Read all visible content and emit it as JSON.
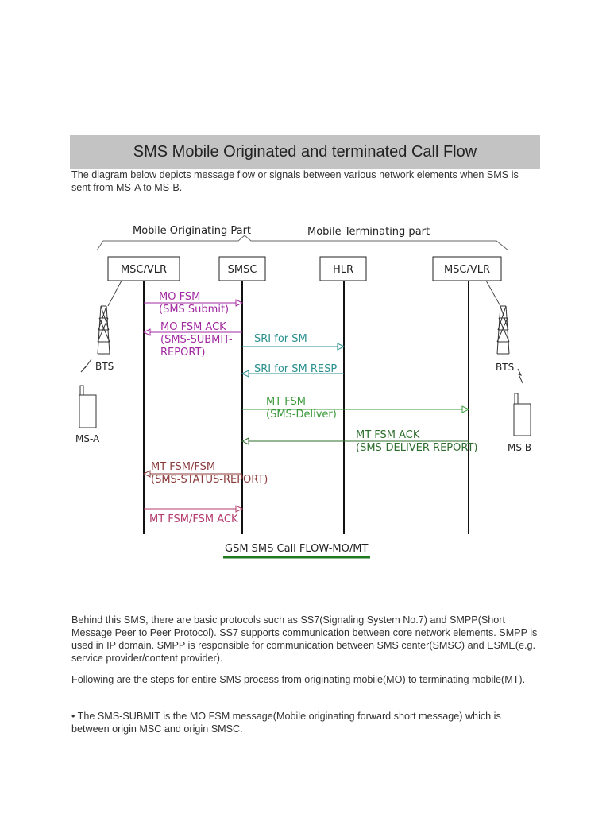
{
  "document": {
    "title": "SMS Mobile Originated and terminated Call Flow",
    "intro": "The diagram below depicts message flow or signals between various network elements when SMS is sent from MS-A to MS-B.",
    "paragraphs": [
      "Behind this SMS, there are basic protocols such as SS7(Signaling System No.7) and SMPP(Short Message Peer to Peer Protocol). SS7 supports communication between core network elements. SMPP is used in IP domain. SMPP is responsible for communication between SMS center(SMSC) and ESME(e.g. service provider/content provider).",
      "Following are the steps for entire SMS process from originating mobile(MO) to terminating mobile(MT).",
      "• The SMS-SUBMIT is the MO FSM message(Mobile originating forward short message) which is between origin MSC and origin SMSC."
    ]
  },
  "diagram": {
    "part_originating": "Mobile Originating Part",
    "part_terminating": "Mobile Terminating part",
    "nodes": {
      "msc_vlr_a": "MSC/VLR",
      "smsc": "SMSC",
      "hlr": "HLR",
      "msc_vlr_b": "MSC/VLR"
    },
    "bts_a": "BTS",
    "bts_b": "BTS",
    "ms_a": "MS-A",
    "ms_b": "MS-B",
    "messages": {
      "mo_fsm": [
        "MO FSM",
        "(SMS Submit)"
      ],
      "mo_fsm_ack": [
        "MO FSM ACK",
        "(SMS-SUBMIT-",
        "REPORT)"
      ],
      "sri_for_sm": [
        "SRI for SM"
      ],
      "sri_for_sm_resp": [
        "SRI for SM RESP"
      ],
      "mt_fsm": [
        "MT FSM",
        "(SMS-Deliver)"
      ],
      "mt_fsm_ack": [
        "MT FSM ACK",
        "(SMS-DELIVER REPORT)"
      ],
      "mt_fsm_fsm": [
        "MT FSM/FSM",
        "(SMS-STATUS-REPORT)"
      ],
      "mt_fsm_fsm_ack": [
        "MT FSM/FSM ACK"
      ]
    },
    "caption": "GSM SMS Call FLOW-MO/MT",
    "colors": {
      "mo": "#a028a0",
      "sri": "#2a8f8f",
      "mt_fsm": "#3c9a3c",
      "mt_fsm_ack": "#2d6e2d",
      "status": "#8a3a3a",
      "ack_final": "#b43c6e",
      "caption_line": "#1f7a1f"
    }
  }
}
